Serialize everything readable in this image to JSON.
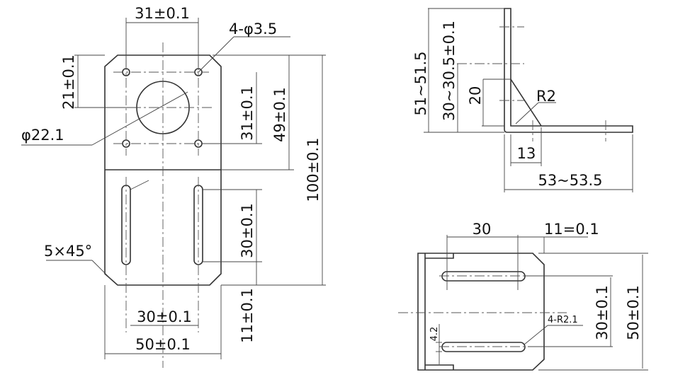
{
  "front_view": {
    "hole_spacing_top": "31±0.1",
    "holes": "4-φ3.5",
    "hole_offset_top": "21±0.1",
    "center_bore": "φ22.1",
    "hole_spacing_vertical": "31±0.1",
    "upper_height": "49±0.1",
    "total_height": "100±0.1",
    "slot_length": "30±0.1",
    "slot_bottom_offset": "11±0.1",
    "chamfer": "5×45°",
    "slot_spacing": "30±0.1",
    "width": "50±0.1"
  },
  "side_view": {
    "overall_height": "51~51.5",
    "hole_height": "30~30.5±0.1",
    "gusset_height": "20",
    "bend_radius": "R2",
    "gusset_length": "13",
    "overall_length": "53~53.5"
  },
  "bottom_view": {
    "slot_length": "30",
    "edge_offset": "11=0.1",
    "slot_radius": "4-R2.1",
    "slot_width": "4.2",
    "slot_spacing": "30±0.1",
    "width": "50±0.1"
  }
}
